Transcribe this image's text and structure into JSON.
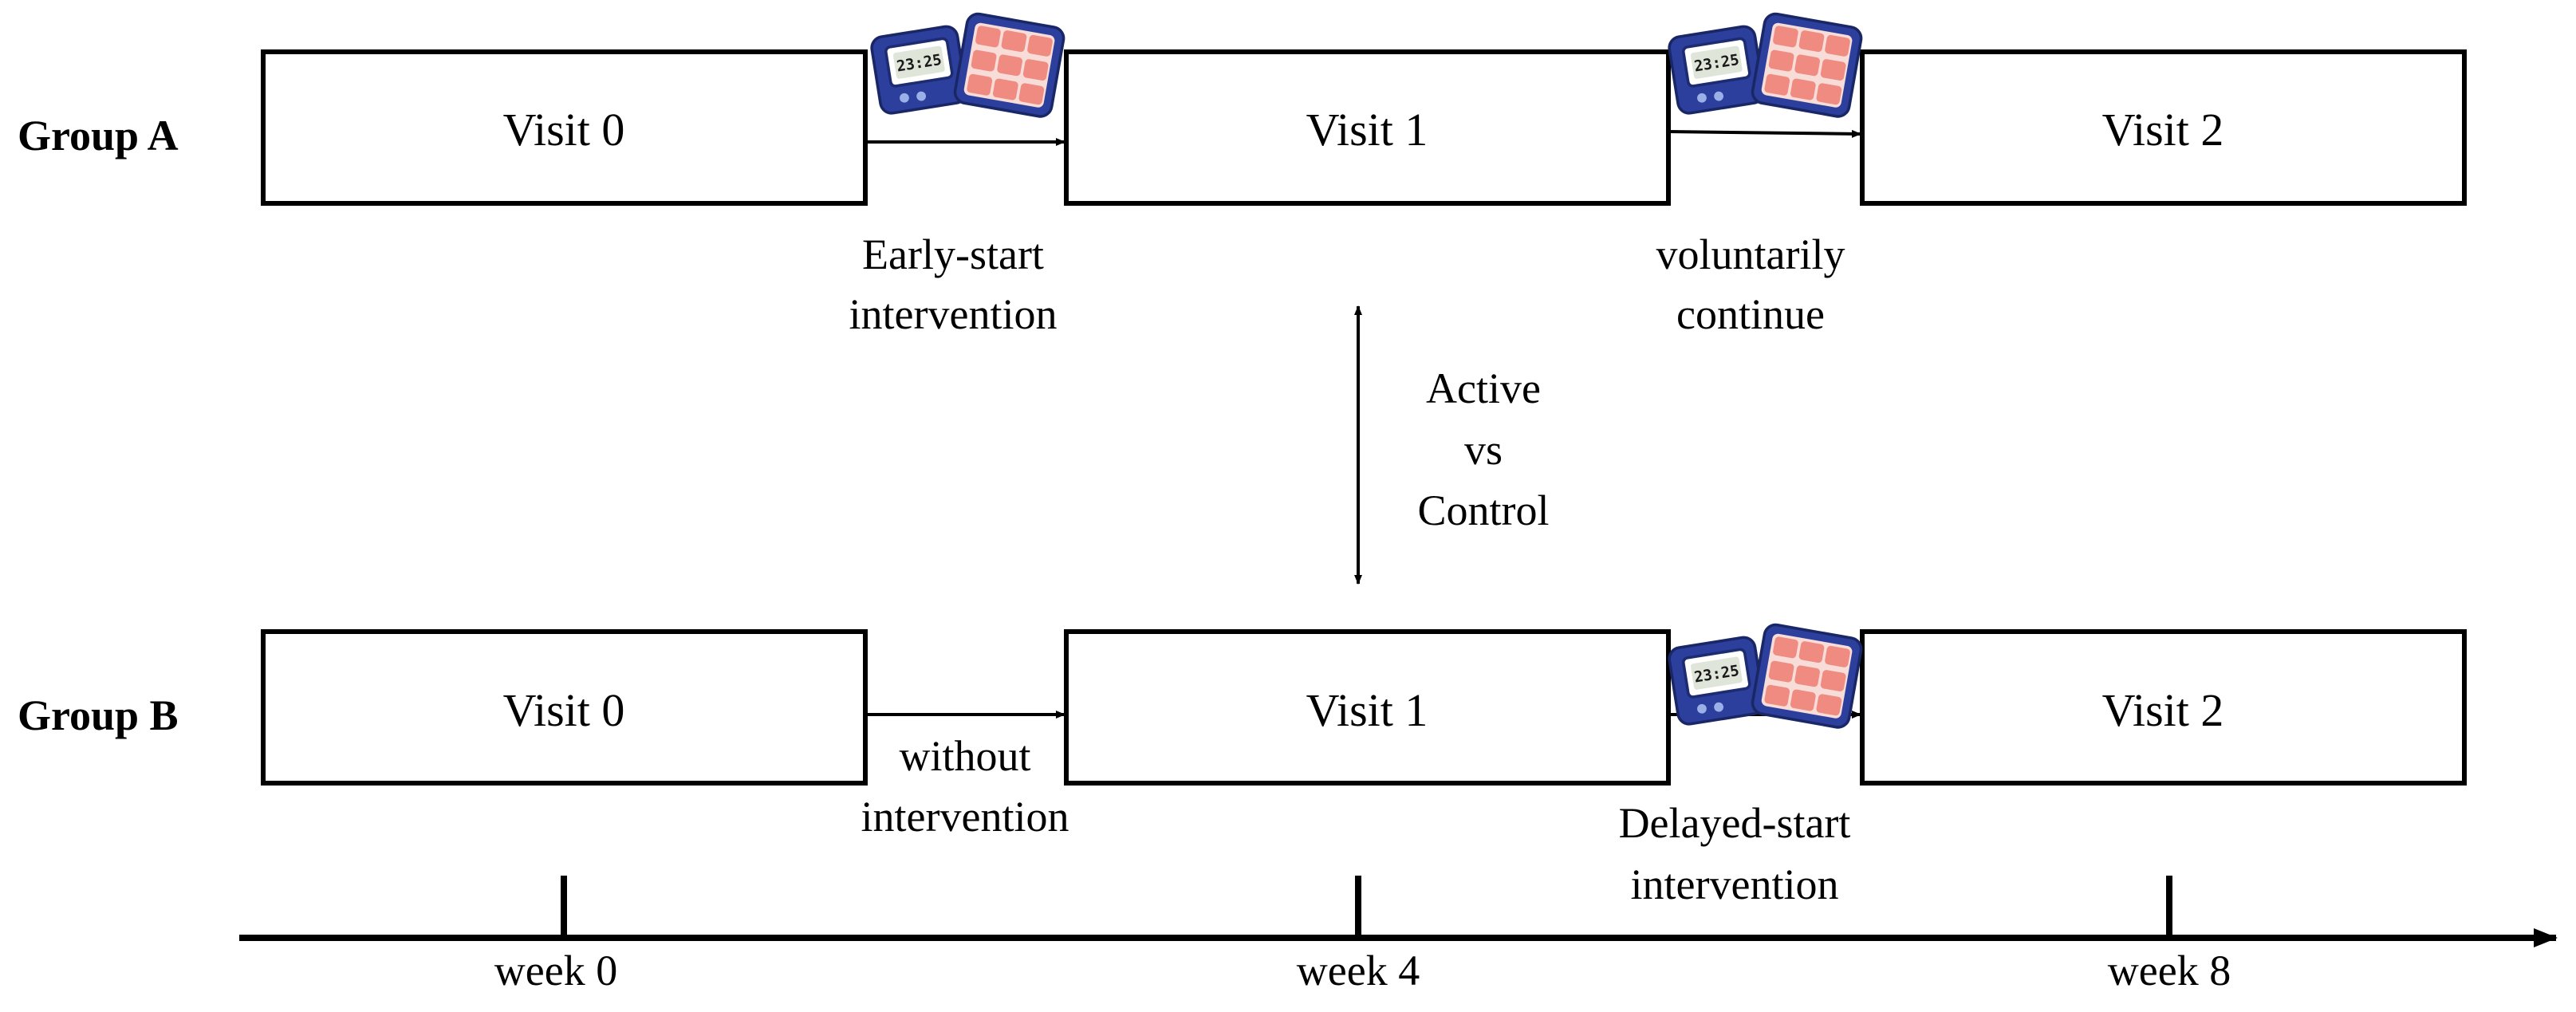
{
  "groups": [
    {
      "label": "Group A",
      "visits": [
        "Visit 0",
        "Visit 1",
        "Visit 2"
      ],
      "transitions": [
        {
          "lines": [
            "Early-start",
            "intervention"
          ],
          "pillbox": true
        },
        {
          "lines": [
            "voluntarily",
            "continue"
          ],
          "pillbox": true
        }
      ]
    },
    {
      "label": "Group B",
      "visits": [
        "Visit 0",
        "Visit 1",
        "Visit 2"
      ],
      "transitions": [
        {
          "lines": [
            "without",
            "intervention"
          ],
          "pillbox": false
        },
        {
          "lines": [
            "Delayed-start",
            "intervention"
          ],
          "pillbox": true
        }
      ]
    }
  ],
  "comparison": {
    "lines": [
      "Active",
      "vs",
      "Control"
    ]
  },
  "timeline": {
    "ticks": [
      "week 0",
      "week 4",
      "week 8"
    ]
  },
  "pillbox": {
    "display": "23:25",
    "case_color": "#2c3f9c",
    "pill_color": "#ef8b80"
  }
}
